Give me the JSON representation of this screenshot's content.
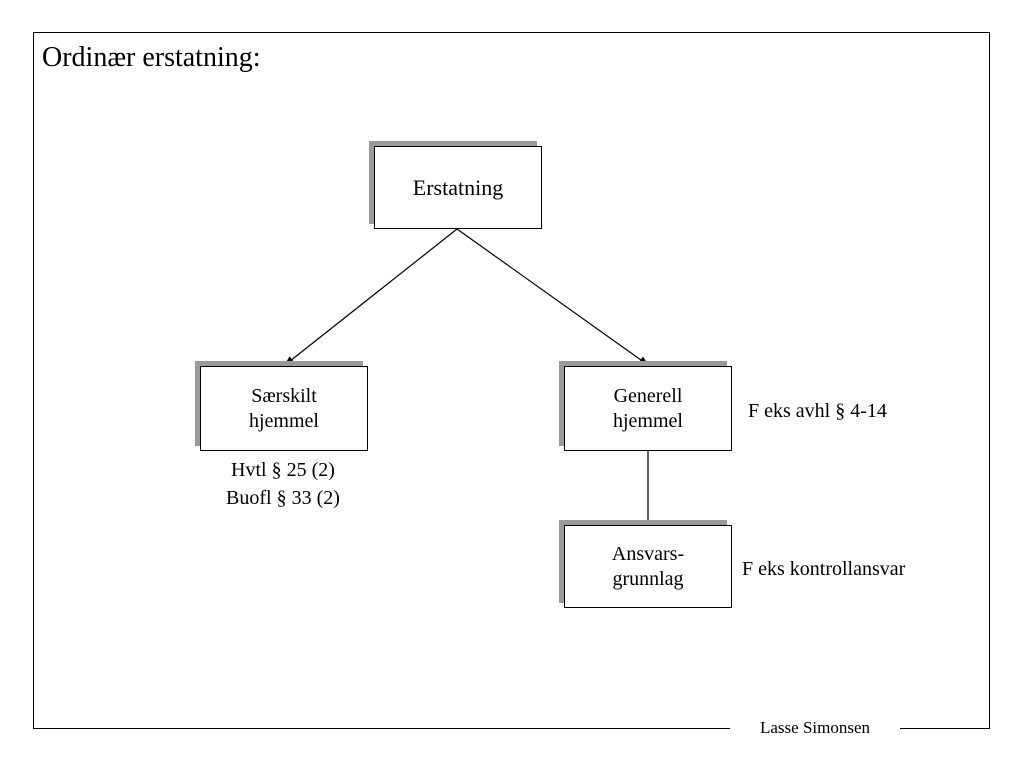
{
  "slide": {
    "title": "Ordinær erstatning:",
    "author": "Lasse Simonsen"
  },
  "diagram": {
    "root": {
      "label": "Erstatning"
    },
    "left": {
      "label_lines": [
        "Særskilt",
        "hjemmel"
      ],
      "note_lines": [
        "Hvtl § 25 (2)",
        "Buofl § 33 (2)"
      ]
    },
    "right": {
      "label_lines": [
        "Generell",
        "hjemmel"
      ],
      "note": "F eks avhl § 4-14"
    },
    "bottom": {
      "label_lines": [
        "Ansvars-",
        "grunnlag"
      ],
      "note": "F eks kontrollansvar"
    }
  }
}
